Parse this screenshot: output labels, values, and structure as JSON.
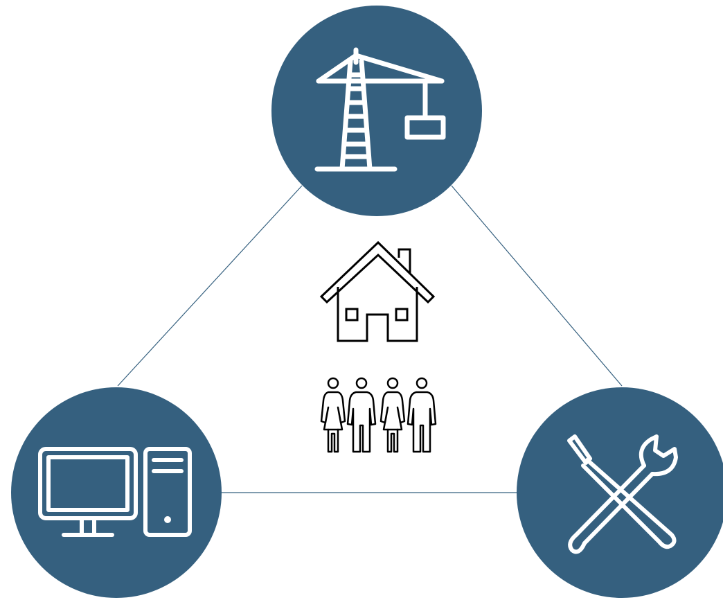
{
  "colors": {
    "node_fill": "#35607f",
    "connector": "#35607f",
    "node_icon": "#ffffff",
    "center_icon": "#000000",
    "background": "#ffffff"
  },
  "nodes": [
    {
      "id": "top",
      "icon": "construction-crane-icon"
    },
    {
      "id": "bottom-left",
      "icon": "desktop-computer-icon"
    },
    {
      "id": "bottom-right",
      "icon": "wrench-screwdriver-icon"
    }
  ],
  "center": {
    "icons": [
      "house-icon",
      "family-people-icon"
    ]
  }
}
